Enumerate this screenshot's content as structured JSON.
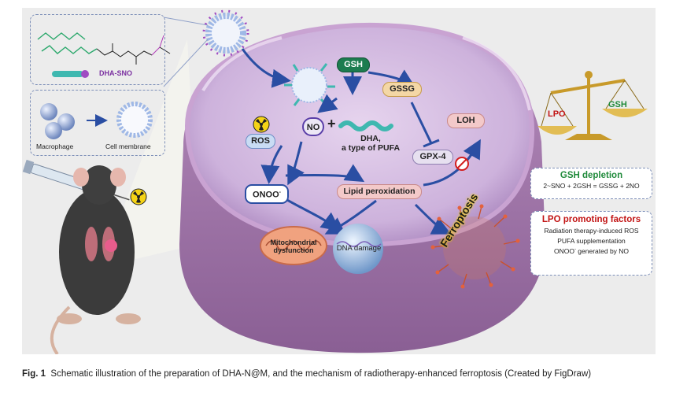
{
  "figure": {
    "compound_label": "DHA-SNO",
    "macrophage_label": "Macrophage",
    "cell_membrane_label": "Cell membrane",
    "gsh": "GSH",
    "gssg": "GSSG",
    "loh": "LOH",
    "no": "NO",
    "plus": "+",
    "dha_line1": "DHA,",
    "dha_line2": "a type of PUFA",
    "ros": "ROS",
    "gpx4": "GPX-4",
    "onoo": "ONOO",
    "onoo_sup": "-",
    "lipid_peroxidation": "Lipid peroxidation",
    "mito_line1": "Mitochondrial",
    "mito_line2": "dysfunction",
    "dna_damage": "DNA damage",
    "ferroptosis": "Ferroptosis",
    "balance_lpo": "LPO",
    "balance_gsh": "GSH",
    "gsh_depletion_title": "GSH depletion",
    "gsh_depletion_eq": "2~SNO + 2GSH = GSSG + 2NO",
    "lpo_factors_title": "LPO promoting factors",
    "lpo_factor_1": "Radiation therapy-induced ROS",
    "lpo_factor_2": "PUFA supplementation",
    "lpo_factor_3_main": "ONOO",
    "lpo_factor_3_sup": "-",
    "lpo_factor_3_rest": " generated by NO"
  },
  "caption": {
    "label": "Fig. 1",
    "text": "Schematic illustration of the preparation of DHA-N@M, and the mechanism of radiotherapy-enhanced ferroptosis (Created by FigDraw)"
  },
  "colors": {
    "cell_fill": "#d9c3e6",
    "tag_green": "#1c7c4f",
    "tag_pink": "#f3c9c9",
    "gssg_bg": "#f4d7a6",
    "arrow_blue": "#2a4ea3",
    "lpo_red": "#c21414",
    "gsh_green": "#1f8a3a"
  },
  "icons": [
    "radiation-icon",
    "syringe-icon",
    "mouse-icon",
    "balance-scale-icon",
    "prohibited-icon",
    "nanoparticle-icon"
  ]
}
